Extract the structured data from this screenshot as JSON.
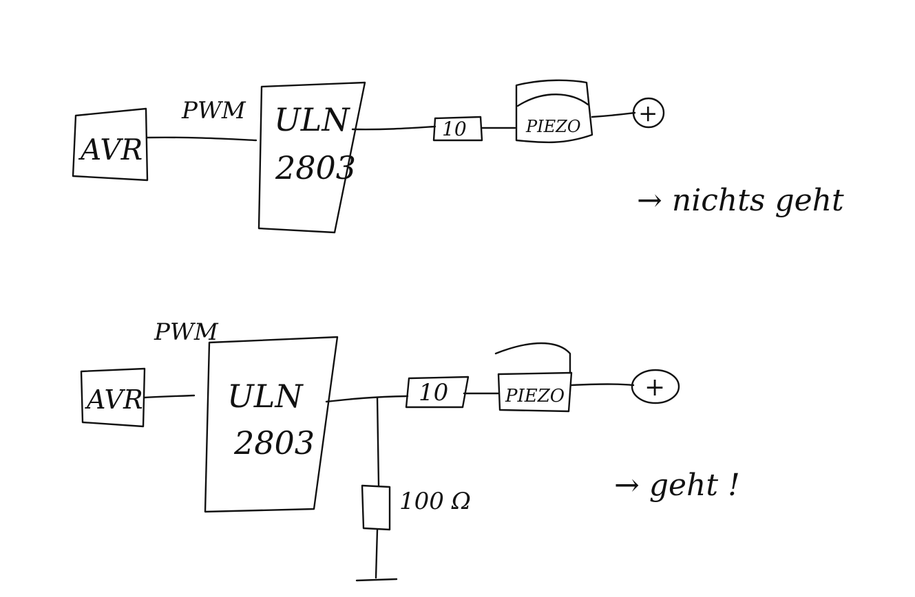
{
  "circuit_top": {
    "avr_label": "AVR",
    "pwm_label": "PWM",
    "uln_line1": "ULN",
    "uln_line2": "2803",
    "resistor_label": "10",
    "piezo_label": "PIEZO",
    "plus_label": "+",
    "result": "→ nichts geht"
  },
  "circuit_bottom": {
    "avr_label": "AVR",
    "pwm_label": "PWM",
    "uln_line1": "ULN",
    "uln_line2": "2803",
    "resistor_label": "10",
    "piezo_label": "PIEZO",
    "plus_label": "+",
    "shunt_label": "100 Ω",
    "result": "→ geht !"
  }
}
